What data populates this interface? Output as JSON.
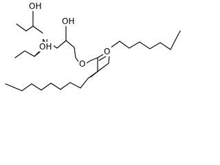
{
  "molecule": {
    "labels": {
      "oh_top": "OH",
      "oh_mid": "OH",
      "oh_lower": "OH",
      "nitrogen": "N",
      "ester_o": "O",
      "carbonyl_o": "O"
    }
  }
}
